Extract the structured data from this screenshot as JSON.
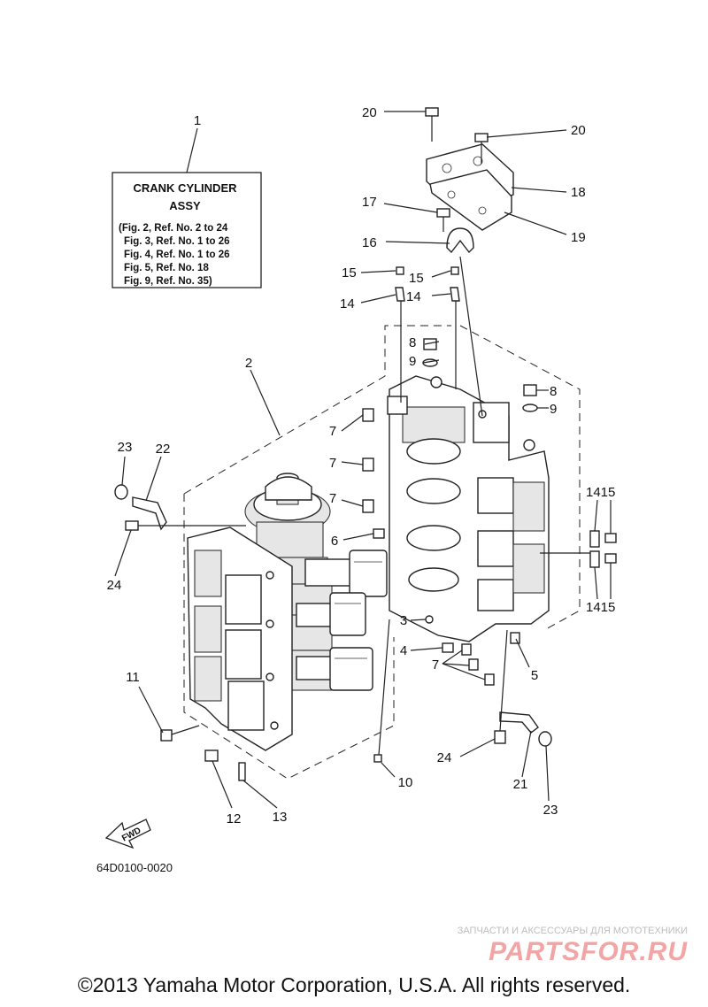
{
  "assembly_box": {
    "title_line1": "CRANK CYLINDER",
    "title_line2": "ASSY",
    "refs": [
      "(Fig. 2, Ref. No. 2 to 24",
      "Fig. 3, Ref. No. 1 to 26",
      "Fig. 4, Ref. No. 1 to 26",
      "Fig. 5, Ref. No. 18",
      "Fig. 9, Ref. No. 35)"
    ]
  },
  "callouts": {
    "n1": "1",
    "n2": "2",
    "n3": "3",
    "n4": "4",
    "n5": "5",
    "n6": "6",
    "n7a": "7",
    "n7b": "7",
    "n7c": "7",
    "n7d": "7",
    "n8a": "8",
    "n8b": "8",
    "n9a": "9",
    "n9b": "9",
    "n10": "10",
    "n11": "11",
    "n12": "12",
    "n13": "13",
    "n14a": "14",
    "n14b": "14",
    "n15a": "15",
    "n15b": "15",
    "n1415a": "1415",
    "n1415b": "1415",
    "n16": "16",
    "n17": "17",
    "n18": "18",
    "n19": "19",
    "n20a": "20",
    "n20b": "20",
    "n21": "21",
    "n22": "22",
    "n23a": "23",
    "n23b": "23",
    "n24a": "24",
    "n24b": "24"
  },
  "fwd_label": "FWD",
  "drawing_code": "64D0100-0020",
  "watermark": {
    "tagline": "ЗАПЧАСТИ И АКСЕССУАРЫ ДЛЯ МОТОТЕХНИКИ",
    "brand": "PARTSFOR.RU"
  },
  "copyright": "©2013 Yamaha Motor Corporation, U.S.A. All rights reserved."
}
